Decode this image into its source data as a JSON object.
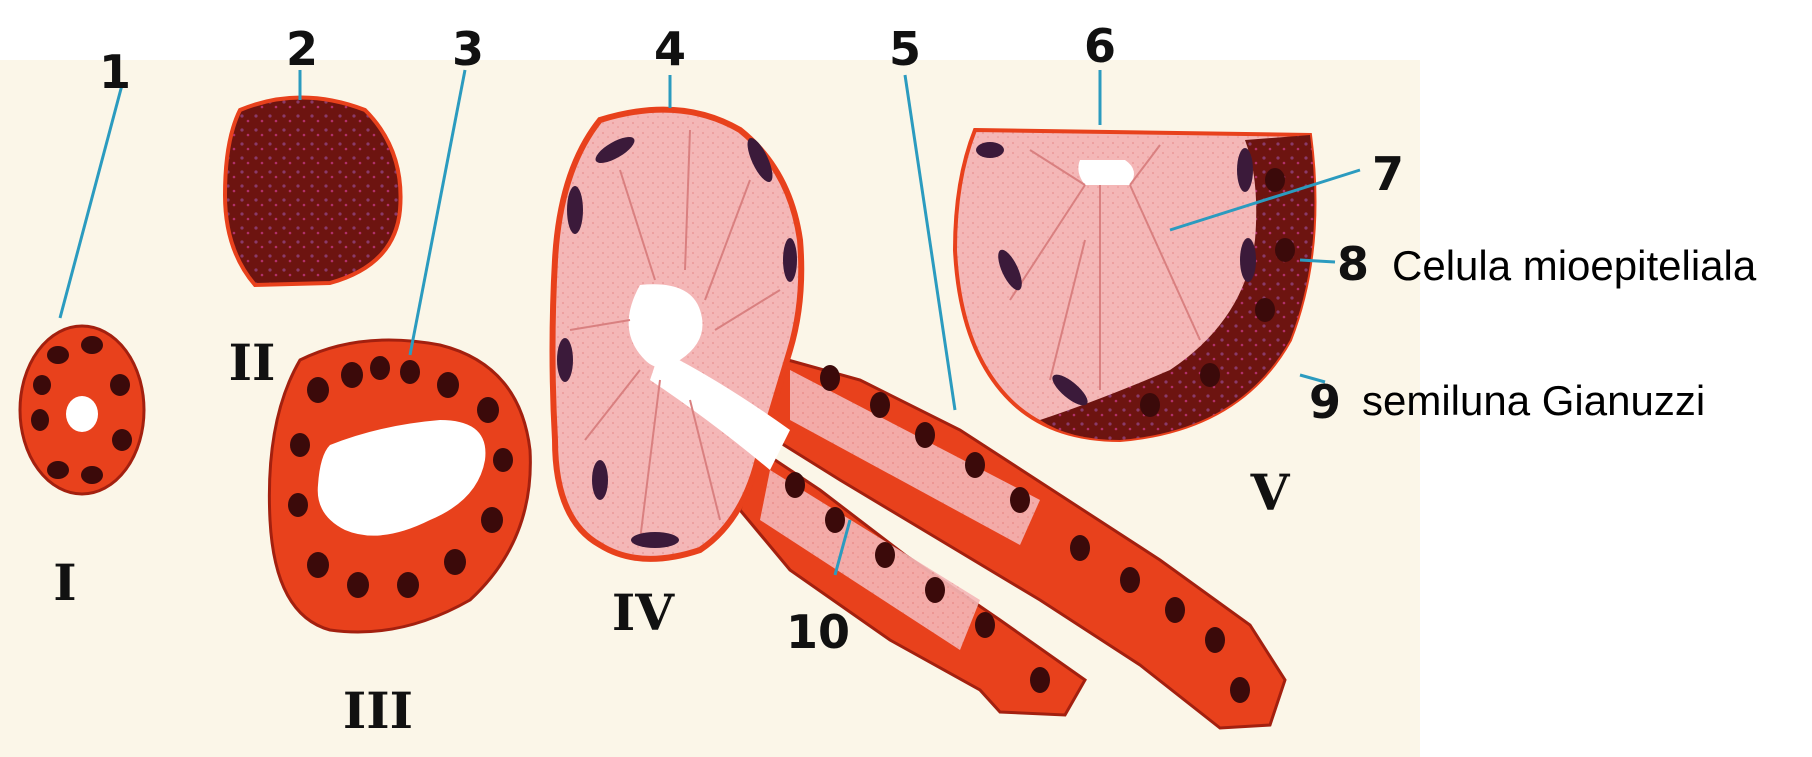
{
  "figure": {
    "callouts": [
      "1",
      "2",
      "3",
      "4",
      "5",
      "6",
      "7",
      "8",
      "9",
      "10"
    ],
    "structures": [
      "I",
      "II",
      "III",
      "IV",
      "V"
    ],
    "annotations": {
      "callout_8": "Celula mioepiteliala",
      "callout_9": "semiluna Gianuzzi"
    },
    "colors": {
      "tissue_red": "#e8411c",
      "tissue_dark": "#a3200f",
      "nucleus": "#3b0a0a",
      "mucous_pink": "#f4b7b7",
      "mucous_pink_dark": "#e98f8f",
      "serous_dark": "#6d1410",
      "background_tint": "#fbf6e8",
      "leader_line": "#2b9bbf"
    }
  }
}
